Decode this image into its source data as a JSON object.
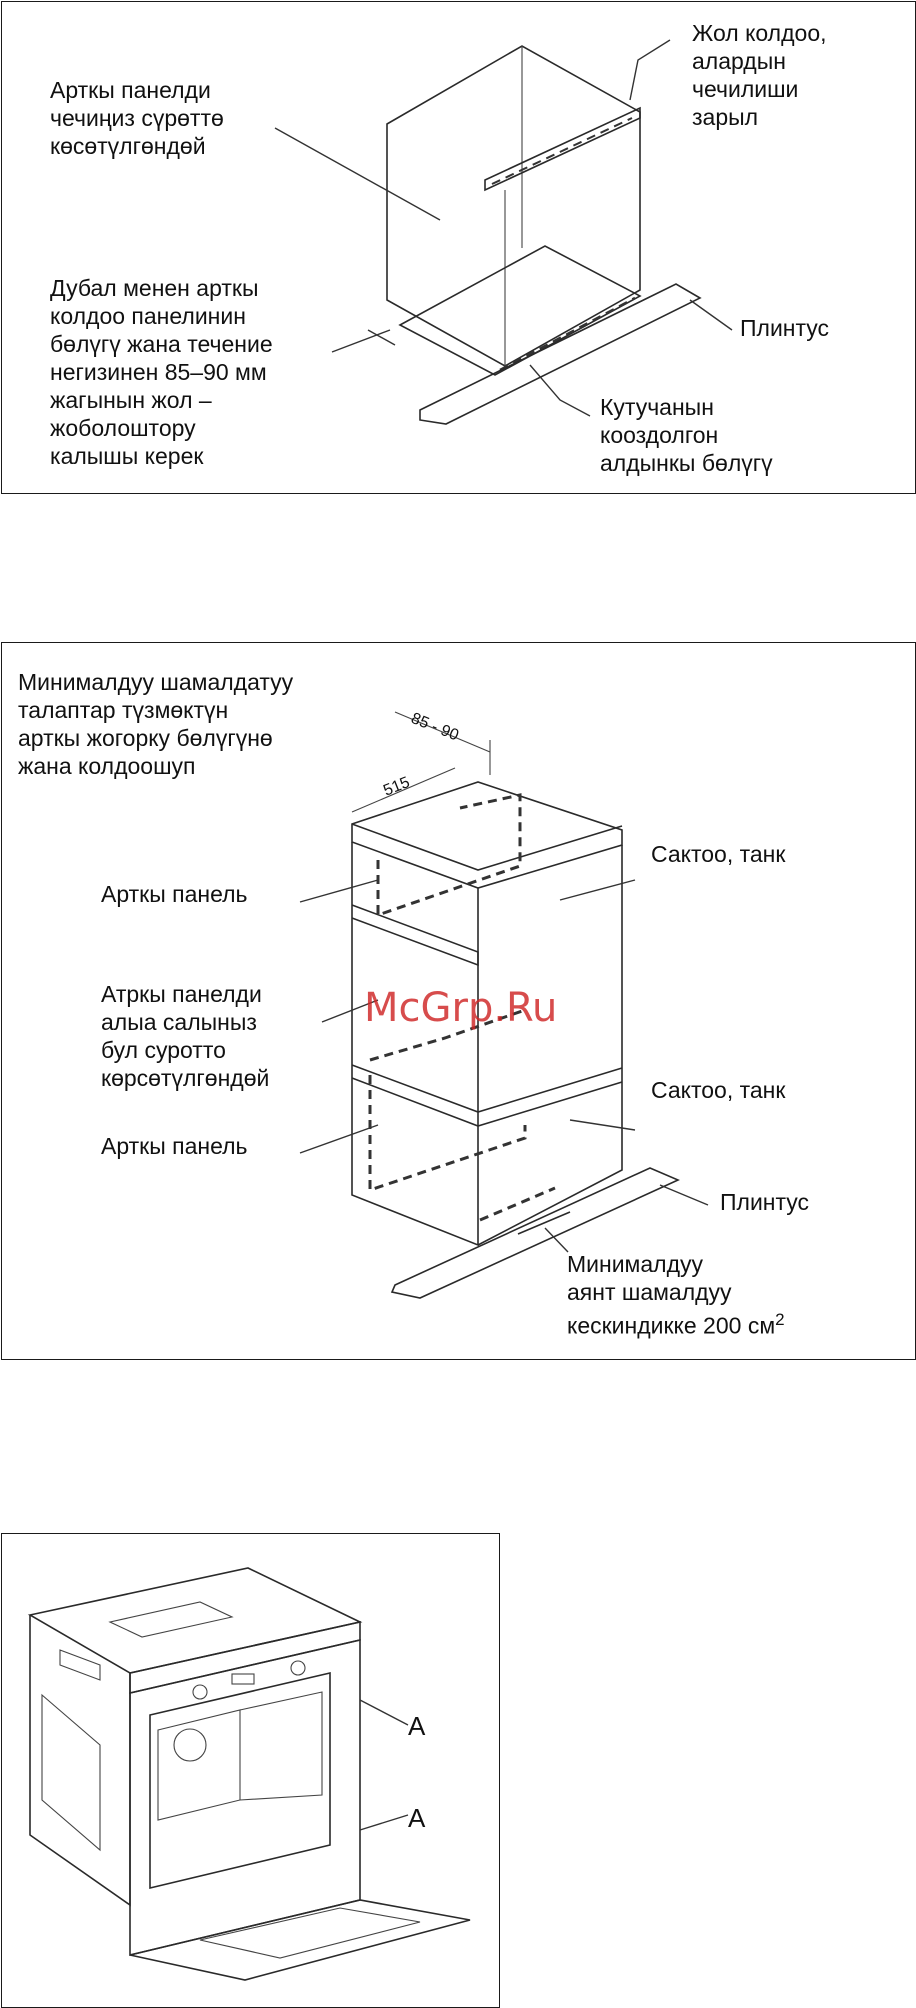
{
  "diagram1": {
    "label_back_panel_cut": "Арткы панелди\nчечиңиз сүрөттө\nкөсөтүлгөндөй",
    "label_wall_gap": "Дубал менен арткы\nколдоо панелинин\nбөлүгү жана течение\nнегизинен 85–90 мм\nжагынын жол –\nжоболоштору\nкалышы керек",
    "label_rail_cut": "Жол колдоо,\nалардын\nчечилиши\nзарыл",
    "label_plinth": "Плинтус",
    "label_cut_front": "Кутучанын\nкооздолгон\nалдынкы бөлүгү"
  },
  "diagram2": {
    "label_min_vent": "Минималдуу шамалдатуу\nталаптар түзмөктүн\nарткы жогорку бөлүгүнө\nжана колдоошуп",
    "label_back_panel_1": "Арткы панель",
    "label_remove_back": "Атркы панелди\nалыа салыныз\nбул суротто\nкөрсөтүлгөндөй",
    "label_back_panel_2": "Арткы панель",
    "label_shelf_1": "Сактоо, танк",
    "label_shelf_2": "Сактоо, танк",
    "label_plinth": "Плинтус",
    "label_min_area": "Минималдуу\nаянт шамалдуу\nкескиндикке 200 см",
    "label_area_sup": "2",
    "dim_depth": "85 - 90",
    "dim_width": "515"
  },
  "diagram3": {
    "marker_a_top": "A",
    "marker_a_bottom": "A"
  },
  "watermark": "McGrp.Ru"
}
